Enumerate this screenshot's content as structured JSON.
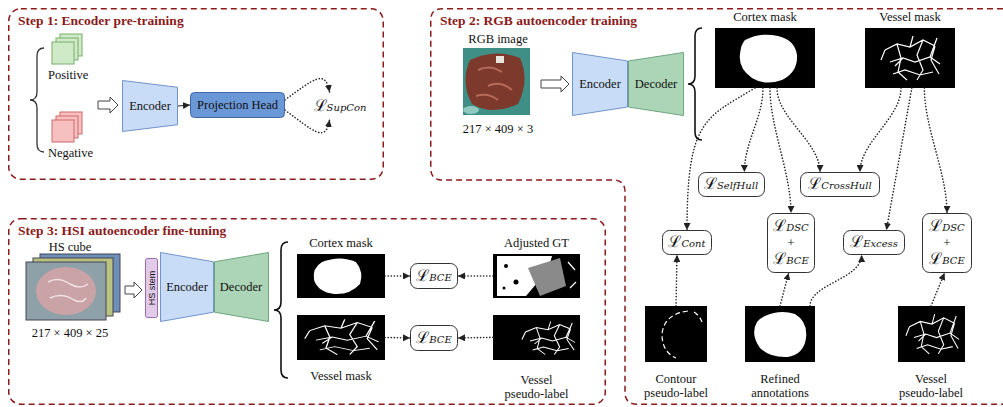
{
  "diagram": {
    "nodes": [
      {
        "text": [
          "Step 1: Encoder pre-training"
        ]
      },
      {
        "text": [
          "Encoder"
        ],
        "in": 0
      },
      {
        "text": [
          "Projection Head"
        ],
        "in": 0
      },
      {
        "text": [
          "ℒSupCon"
        ],
        "in": 0
      },
      {
        "text": [
          "Step 2: RGB autoencoder training"
        ]
      },
      {
        "text": [
          "RGB image",
          "217 × 409 × 3"
        ],
        "in": 4
      },
      {
        "text": [
          "Encoder"
        ],
        "in": 4
      },
      {
        "text": [
          "Decoder"
        ],
        "in": 4
      },
      {
        "text": [
          "Cortex mask"
        ],
        "in": 4
      },
      {
        "text": [
          "Vessel mask"
        ],
        "in": 4
      },
      {
        "text": [
          "ℒSelfHull"
        ],
        "in": 4
      },
      {
        "text": [
          "ℒCrossHull"
        ],
        "in": 4
      },
      {
        "text": [
          "ℒCont"
        ],
        "in": 4
      },
      {
        "text": [
          "ℒDSC",
          "+",
          "ℒBCE"
        ],
        "in": 4
      },
      {
        "text": [
          "ℒExcess"
        ],
        "in": 4
      },
      {
        "text": [
          "ℒDSC",
          "+",
          "ℒBCE"
        ],
        "in": 4
      },
      {
        "text": [
          "Contour pseudo-label"
        ],
        "in": 4
      },
      {
        "text": [
          "Refined annotations"
        ],
        "in": 4
      },
      {
        "text": [
          "Vessel pseudo-label"
        ],
        "in": 4
      },
      {
        "text": [
          "Step 3: HSI autoencoder fine-tuning"
        ]
      },
      {
        "text": [
          "HS cube",
          "217 × 409 × 25"
        ],
        "in": 19
      },
      {
        "text": [
          "HS stem"
        ],
        "in": 19
      },
      {
        "text": [
          "Encoder"
        ],
        "in": 19
      },
      {
        "text": [
          "Decoder"
        ],
        "in": 19
      },
      {
        "text": [
          "Cortex mask"
        ],
        "in": 19
      },
      {
        "text": [
          "ℒBCE"
        ],
        "in": 19
      },
      {
        "text": [
          "Adjusted GT"
        ],
        "in": 19
      },
      {
        "text": [
          "Vessel mask"
        ],
        "in": 19
      },
      {
        "text": [
          "ℒBCE"
        ],
        "in": 19
      },
      {
        "text": [
          "Vessel pseudo-label"
        ],
        "in": 19
      }
    ],
    "edges": [
      {
        "from": 1,
        "to": 2,
        "arrow": "to"
      },
      {
        "from": 2,
        "to": 3,
        "arrow": "to"
      },
      {
        "from": 2,
        "to": 3,
        "arrow": "to"
      },
      {
        "from": 5,
        "to": 6,
        "arrow": "to"
      },
      {
        "from": 8,
        "to": 12,
        "arrow": "to"
      },
      {
        "from": 8,
        "to": 10,
        "arrow": "to"
      },
      {
        "from": 8,
        "to": 13,
        "arrow": "to"
      },
      {
        "from": 8,
        "to": 11,
        "arrow": "to"
      },
      {
        "from": 9,
        "to": 11,
        "arrow": "to"
      },
      {
        "from": 9,
        "to": 14,
        "arrow": "to"
      },
      {
        "from": 9,
        "to": 15,
        "arrow": "to"
      },
      {
        "from": 16,
        "to": 12,
        "arrow": "to"
      },
      {
        "from": 17,
        "to": 13,
        "arrow": "to"
      },
      {
        "from": 17,
        "to": 14,
        "arrow": "to"
      },
      {
        "from": 18,
        "to": 15,
        "arrow": "to"
      },
      {
        "from": 20,
        "to": 21,
        "arrow": "to"
      },
      {
        "from": 24,
        "to": 25,
        "arrow": "to"
      },
      {
        "from": 26,
        "to": 25,
        "arrow": "to"
      },
      {
        "from": 27,
        "to": 28,
        "arrow": "to"
      },
      {
        "from": 29,
        "to": 28,
        "arrow": "to"
      }
    ],
    "labels": [
      "Positive",
      "Negative"
    ]
  }
}
